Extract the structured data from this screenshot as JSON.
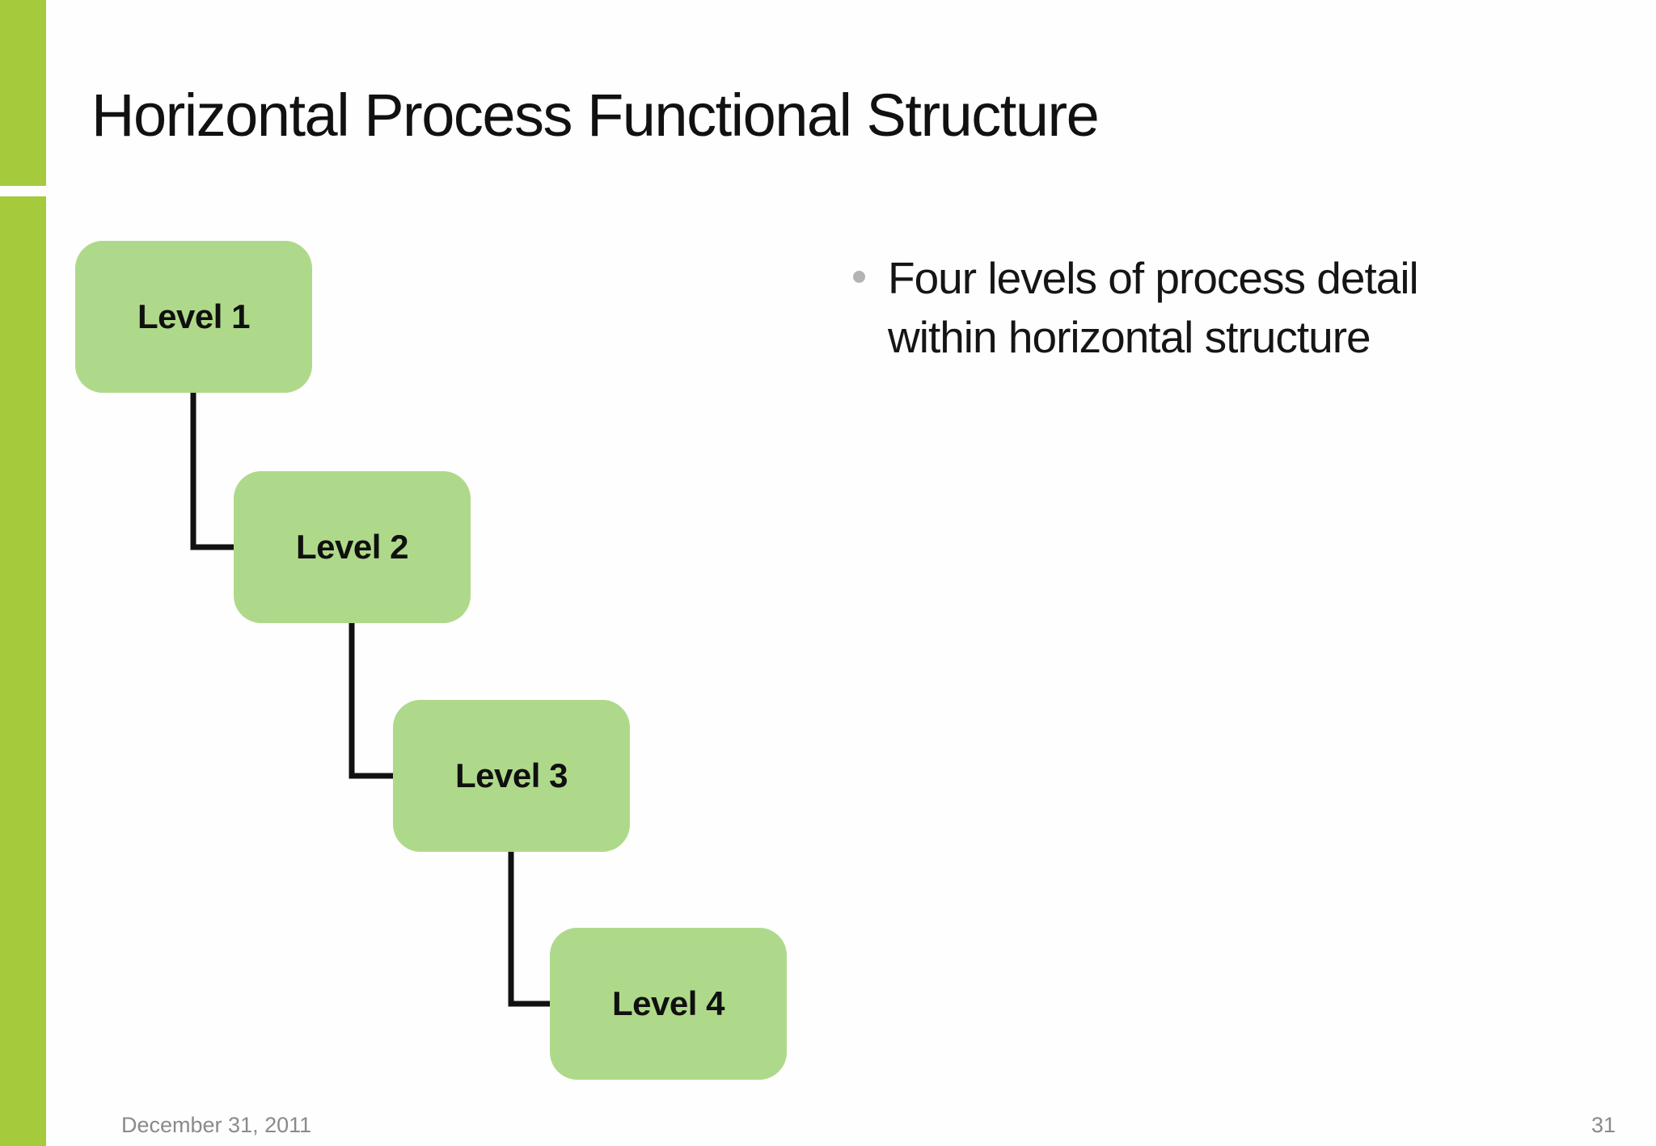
{
  "slide": {
    "title": "Horizontal Process Functional Structure",
    "bullets": [
      {
        "text": "Four levels of process detail within horizontal structure"
      }
    ],
    "diagram": {
      "boxes": [
        {
          "label": "Level 1"
        },
        {
          "label": "Level 2"
        },
        {
          "label": "Level 3"
        },
        {
          "label": "Level 4"
        }
      ]
    },
    "footer": {
      "date": "December 31, 2011",
      "page_number": "31"
    },
    "colors": {
      "accent_bar": "#a5cb3c",
      "box_fill": "#afd98a",
      "box_text": "#101010",
      "connector": "#111111",
      "bullet_dot": "#b3b3b3",
      "footer_text": "#8a8a8a",
      "background": "#fefefe"
    }
  }
}
